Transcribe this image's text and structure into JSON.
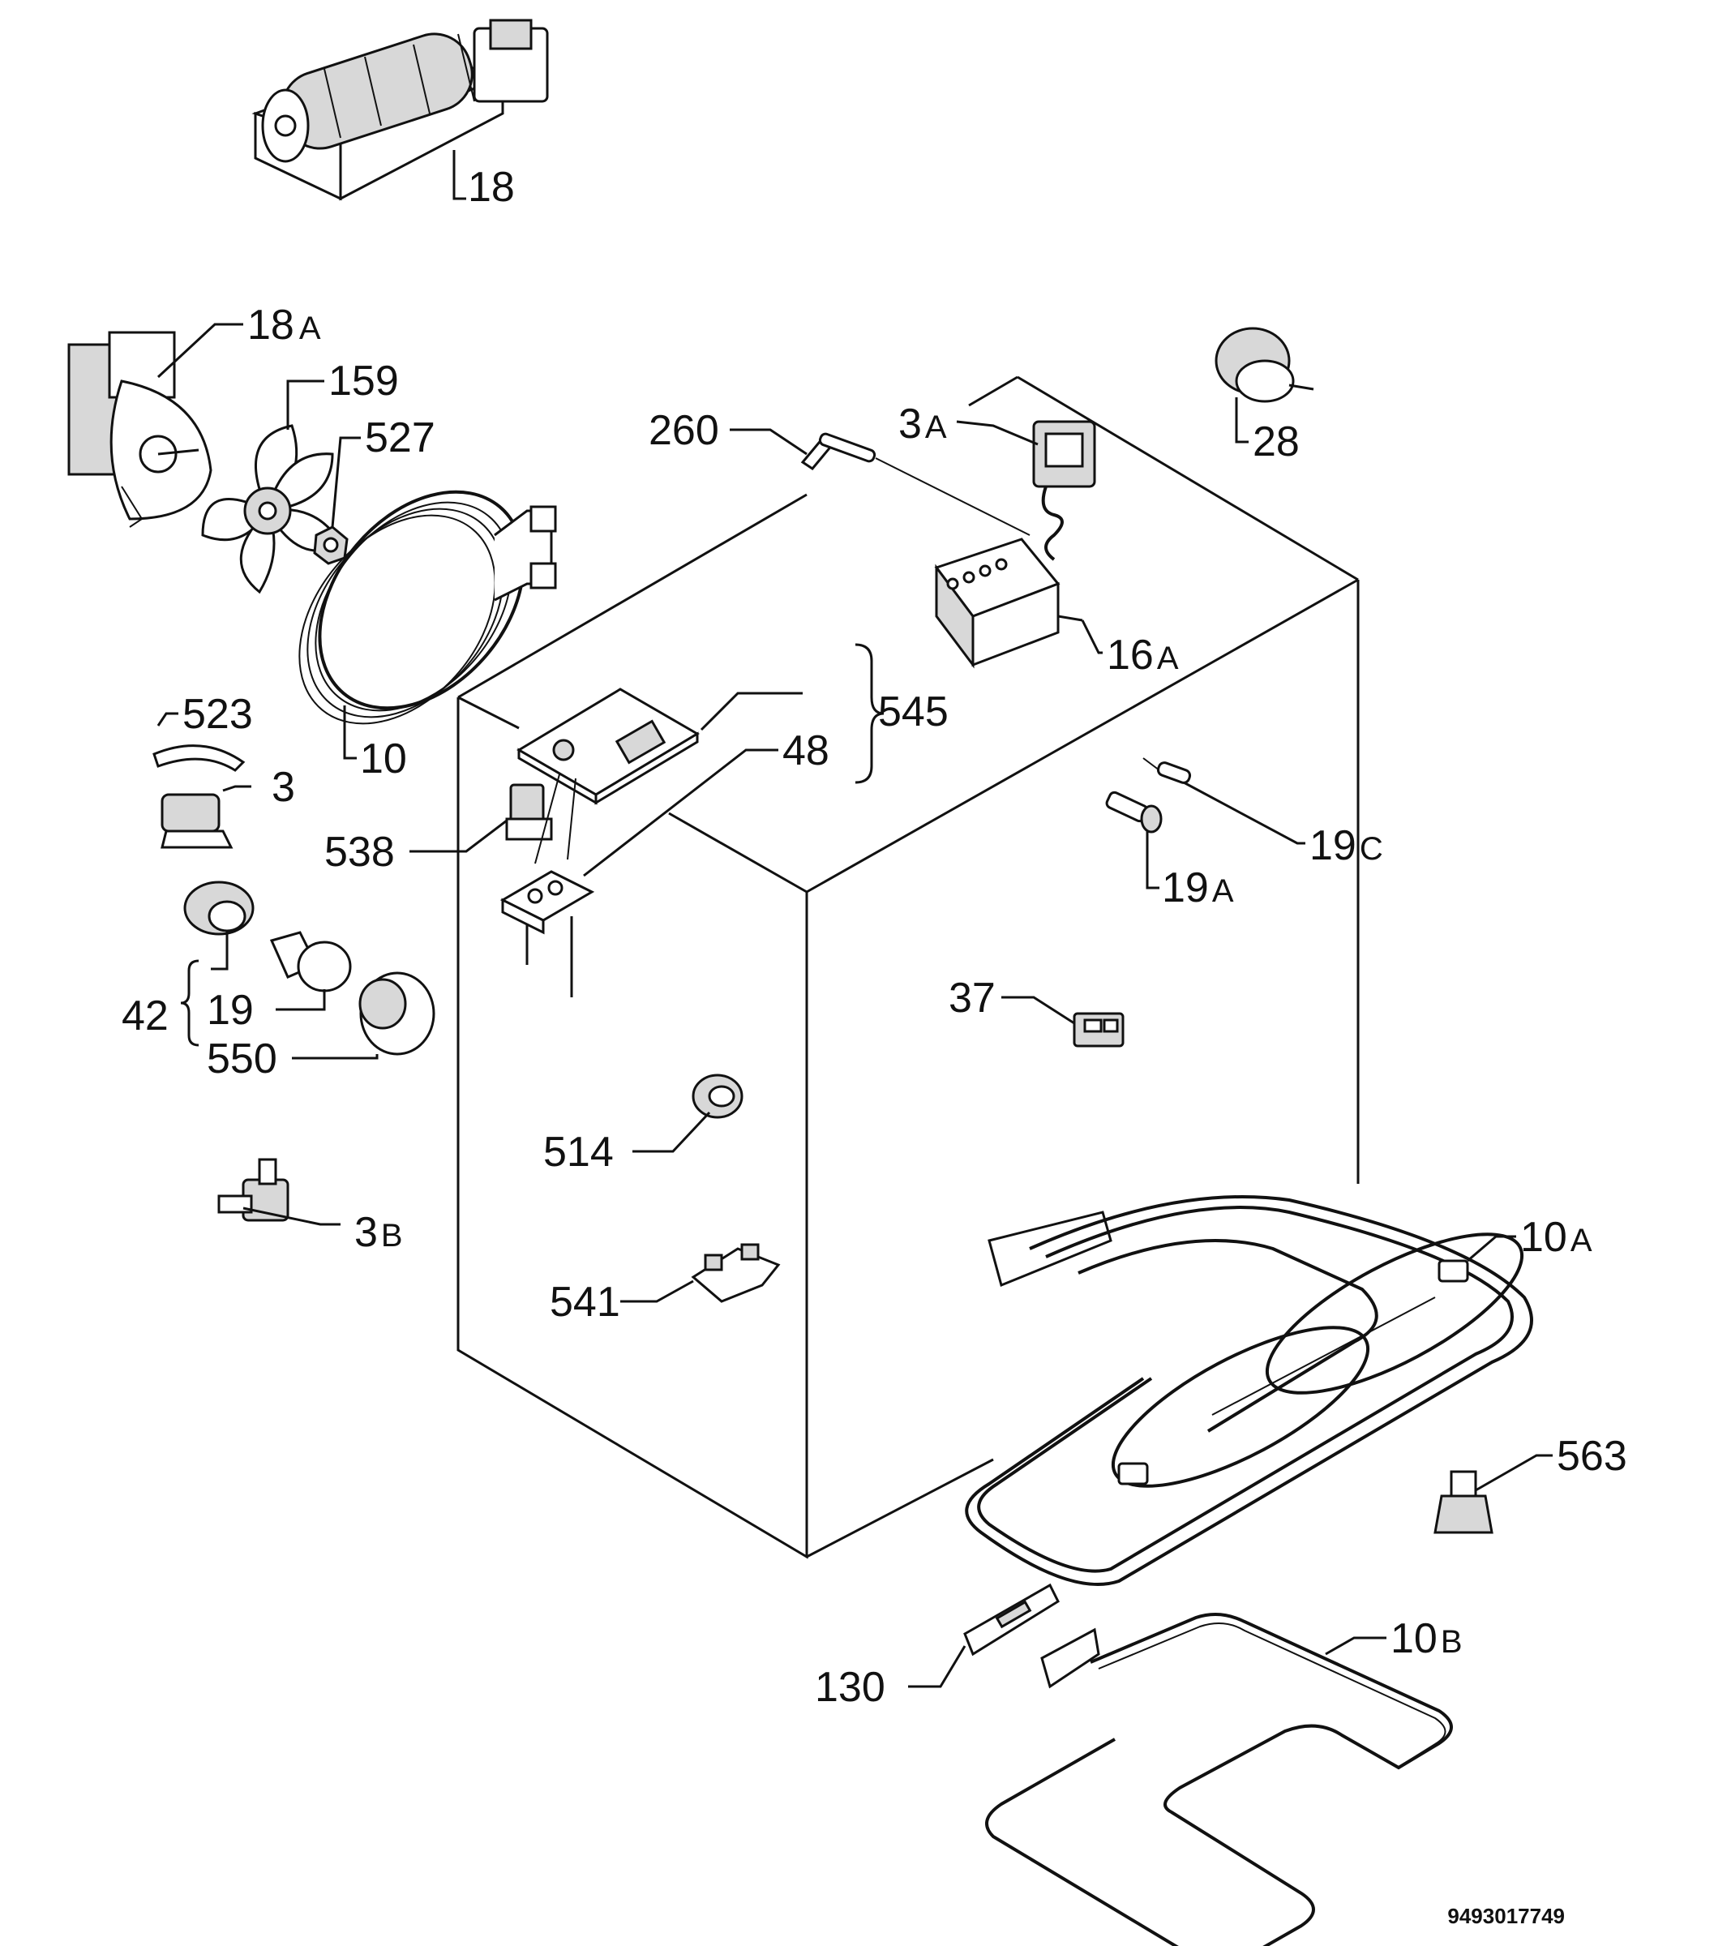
{
  "drawing_code": "9493017749",
  "labels": {
    "l18": {
      "num": "18",
      "suf": ""
    },
    "l18a": {
      "num": "18",
      "suf": "A"
    },
    "l159": {
      "num": "159",
      "suf": ""
    },
    "l527": {
      "num": "527",
      "suf": ""
    },
    "l10": {
      "num": "10",
      "suf": ""
    },
    "l523": {
      "num": "523",
      "suf": ""
    },
    "l3": {
      "num": "3",
      "suf": ""
    },
    "l538": {
      "num": "538",
      "suf": ""
    },
    "l42": {
      "num": "42",
      "suf": ""
    },
    "l19": {
      "num": "19",
      "suf": ""
    },
    "l550": {
      "num": "550",
      "suf": ""
    },
    "l514": {
      "num": "514",
      "suf": ""
    },
    "l3b": {
      "num": "3",
      "suf": "B"
    },
    "l541": {
      "num": "541",
      "suf": ""
    },
    "l260": {
      "num": "260",
      "suf": ""
    },
    "l3a": {
      "num": "3",
      "suf": "A"
    },
    "l28": {
      "num": "28",
      "suf": ""
    },
    "l16a": {
      "num": "16",
      "suf": "A"
    },
    "l545": {
      "num": "545",
      "suf": ""
    },
    "l48": {
      "num": "48",
      "suf": ""
    },
    "l19c": {
      "num": "19",
      "suf": "C"
    },
    "l19a": {
      "num": "19",
      "suf": "A"
    },
    "l37": {
      "num": "37",
      "suf": ""
    },
    "l10a": {
      "num": "10",
      "suf": "A"
    },
    "l563": {
      "num": "563",
      "suf": ""
    },
    "l10b": {
      "num": "10",
      "suf": "B"
    },
    "l130": {
      "num": "130",
      "suf": ""
    }
  }
}
